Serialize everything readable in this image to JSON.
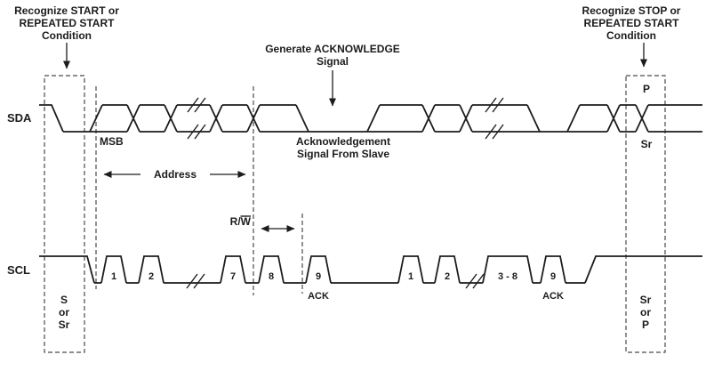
{
  "annotations": {
    "start": {
      "line1": "Recognize START or",
      "line2": "REPEATED START",
      "line3": "Condition"
    },
    "ack": {
      "line1": "Generate ACKNOWLEDGE",
      "line2": "Signal"
    },
    "stop": {
      "line1": "Recognize STOP or",
      "line2": "REPEATED START",
      "line3": "Condition"
    }
  },
  "sda": {
    "label": "SDA",
    "msb_label": "MSB",
    "address_label": "Address",
    "rw_prefix": "R/",
    "rw_overline": "W",
    "ack_note_line1": "Acknowledgement",
    "ack_note_line2": "Signal From Slave",
    "stop_p": "P",
    "stop_sr": "Sr"
  },
  "scl": {
    "label": "SCL",
    "byte1_clocks": [
      "1",
      "2",
      "7",
      "8",
      "9"
    ],
    "byte2_clocks": [
      "1",
      "2",
      "3 - 8",
      "9"
    ],
    "byte1_ack": "ACK",
    "byte2_ack": "ACK"
  },
  "boxes": {
    "start": {
      "line1": "S",
      "line2": "or",
      "line3": "Sr"
    },
    "stop": {
      "line1": "Sr",
      "line2": "or",
      "line3": "P"
    }
  },
  "colors": {
    "line": "#1c1c1c",
    "guide": "#4a4a4a",
    "background": "#ffffff"
  }
}
